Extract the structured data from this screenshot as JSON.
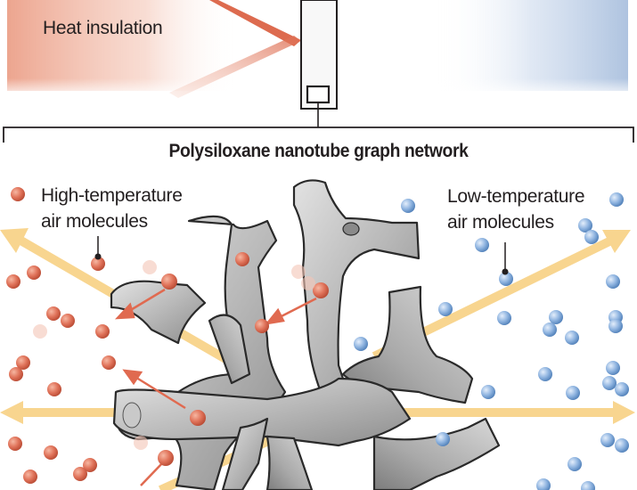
{
  "figure": {
    "top_panel": {
      "label": "Heat insulation",
      "hot_side_color": "#e89a80",
      "cold_side_color": "#aec4e0",
      "heat_arrow_color": "#e07a5f"
    },
    "title": "Polysiloxane nanotube graph network",
    "legend": {
      "hot": {
        "line1": "High-temperature",
        "line2": "air molecules",
        "color": "#e0735a"
      },
      "cold": {
        "line1": "Low-temperature",
        "line2": "air molecules",
        "color": "#8fb4e0"
      }
    },
    "colors": {
      "radiation_arrow": "#f8d38a",
      "nanotube_fill": "#bdbdbd",
      "nanotube_outline": "#2a2a2a",
      "deflection_arrow": "#e06a50"
    }
  }
}
